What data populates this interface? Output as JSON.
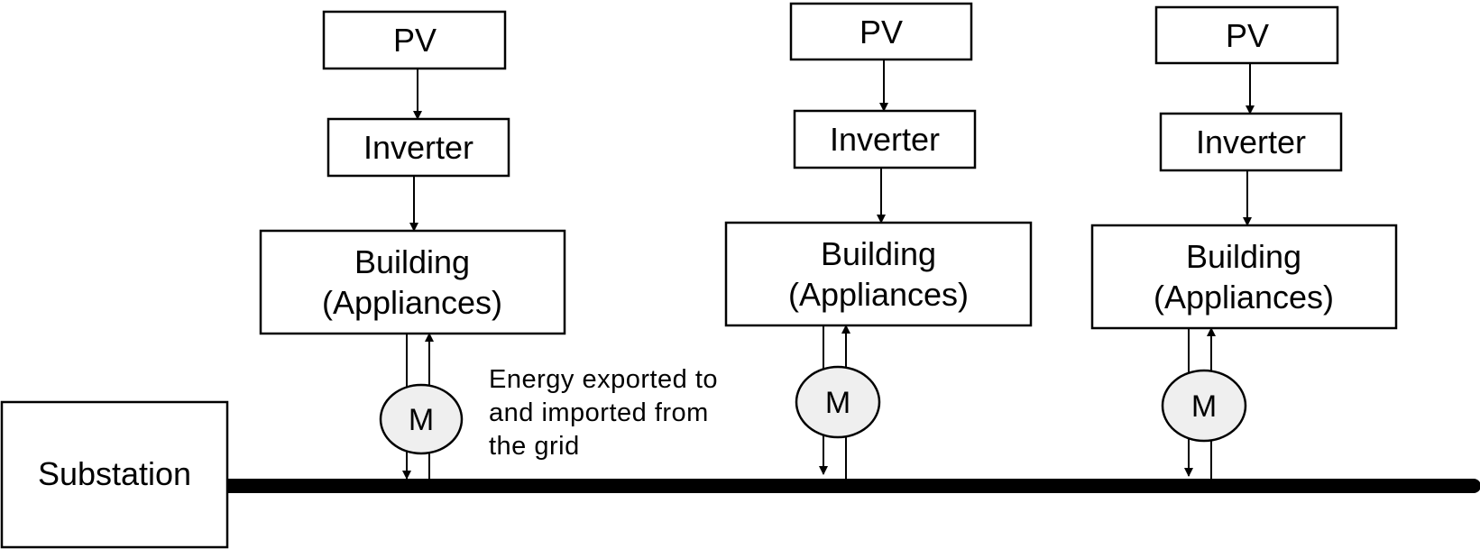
{
  "substation": {
    "label": "Substation"
  },
  "annotation": {
    "lines": [
      "Energy exported to",
      "and imported from",
      "the grid"
    ]
  },
  "branches": [
    {
      "pv": "PV",
      "inverter": "Inverter",
      "building_line1": "Building",
      "building_line2": "(Appliances)",
      "meter": "M"
    },
    {
      "pv": "PV",
      "inverter": "Inverter",
      "building_line1": "Building",
      "building_line2": "(Appliances)",
      "meter": "M"
    },
    {
      "pv": "PV",
      "inverter": "Inverter",
      "building_line1": "Building",
      "building_line2": "(Appliances)",
      "meter": "M"
    }
  ],
  "colors": {
    "stroke": "#000000",
    "meter_fill": "#efefef",
    "background": "#ffffff"
  }
}
